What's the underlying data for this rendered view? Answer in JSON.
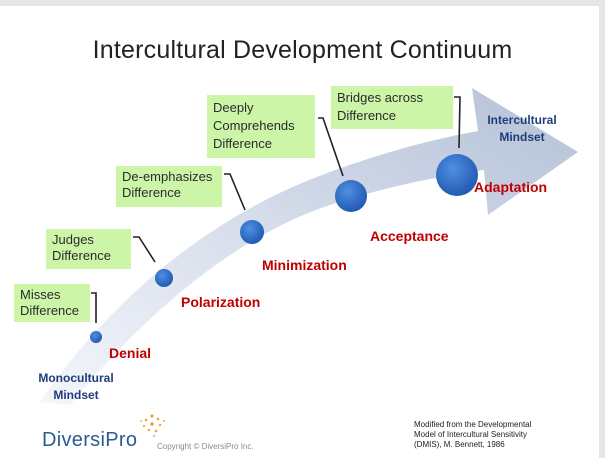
{
  "title": "Intercultural Development Continuum",
  "start_label": "Monocultural\nMindset",
  "end_label": "Intercultural\nMindset",
  "stages": [
    {
      "name": "Denial",
      "description": "Misses\nDifference"
    },
    {
      "name": "Polarization",
      "description": "Judges\nDifference"
    },
    {
      "name": "Minimization",
      "description": "De-emphasizes\nDifference"
    },
    {
      "name": "Acceptance",
      "description": "Deeply\nComprehends\nDifference"
    },
    {
      "name": "Adaptation",
      "description": "Bridges across\nDifference"
    }
  ],
  "footer": {
    "brand": "DiversiPro",
    "copyright": "Copyright © DiversiPro Inc.",
    "credit": "Modified from the Developmental\nModel of Intercultural Sensitivity\n(DMIS), M. Bennett, 1986"
  },
  "colors": {
    "box_fill": "#ccf5a8",
    "stage_name": "#c00000",
    "end_label": "#1f3d7a",
    "circle": "#2b6cc4",
    "arrow": "#c8d3e6"
  }
}
